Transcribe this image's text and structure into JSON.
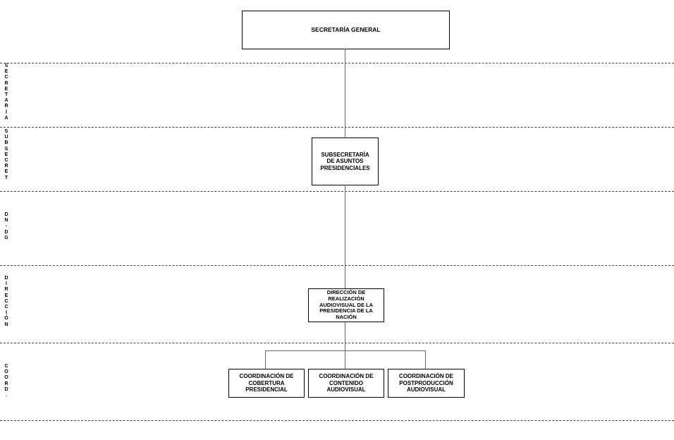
{
  "levels": [
    {
      "id": "secretaria",
      "label": "SECRETARÍA"
    },
    {
      "id": "subsecret",
      "label": "SUBSECRET"
    },
    {
      "id": "dn-dg",
      "label": "DN-DG"
    },
    {
      "id": "direccion",
      "label": "DIRECCIÓN"
    },
    {
      "id": "coord",
      "label": "COORD."
    }
  ],
  "boxes": {
    "secretaria_general": "SECRETARÍA GENERAL",
    "subsecretaria": "SUBSECRETARÍA DE ASUNTOS PRESIDENCIALES",
    "direccion": "DIRECCIÓN DE REALIZACIÓN AUDIOVISUAL DE LA PRESIDENCIA DE LA NACIÓN",
    "coord_cobertura": "COORDINACIÓN DE COBERTURA PRESIDENCIAL",
    "coord_contenido": "COORDINACIÓN DE CONTENIDO AUDIOVISUAL",
    "coord_postproduccion": "COORDINACIÓN DE POSTPRODUCCIÓN AUDIOVISUAL"
  }
}
